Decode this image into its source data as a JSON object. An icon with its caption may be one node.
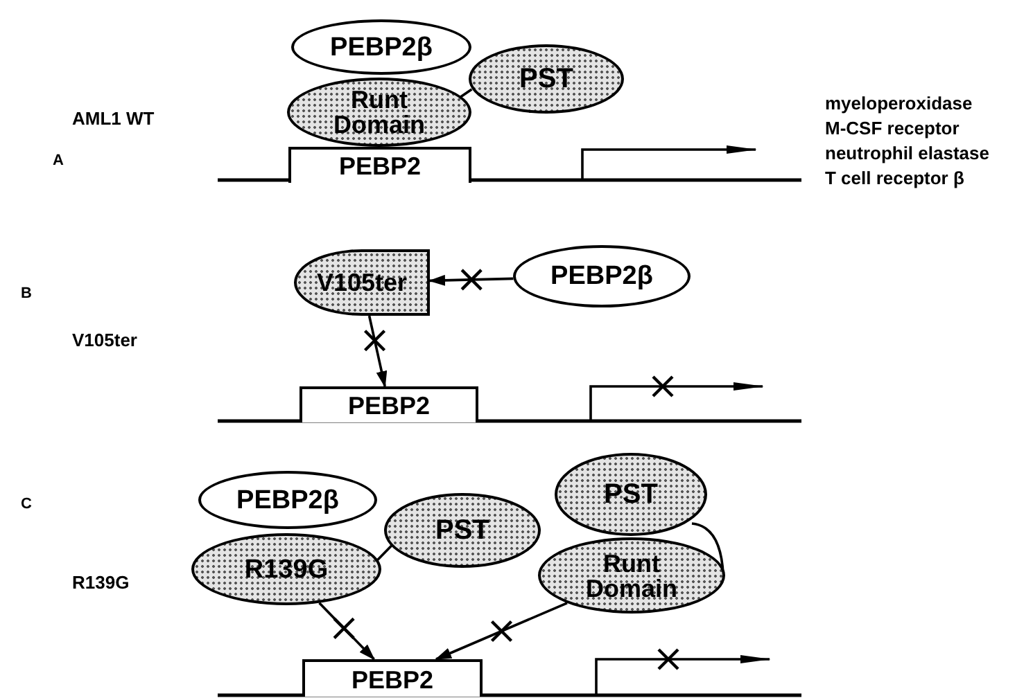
{
  "diagram": {
    "nodes": [
      {
        "text": [
          "PEBP2β"
        ]
      },
      {
        "text": [
          "PST"
        ]
      },
      {
        "text": [
          "Runt Domain"
        ]
      },
      {
        "text": [
          "PEBP2"
        ]
      },
      {
        "text": [
          "V105ter"
        ]
      },
      {
        "text": [
          "PEBP2β"
        ]
      },
      {
        "text": [
          "PEBP2"
        ]
      },
      {
        "text": [
          "PEBP2β"
        ]
      },
      {
        "text": [
          "PST"
        ]
      },
      {
        "text": [
          "R139G"
        ]
      },
      {
        "text": [
          "PST"
        ]
      },
      {
        "text": [
          "Runt Domain"
        ]
      },
      {
        "text": [
          "PEBP2"
        ]
      }
    ],
    "edges": [
      {
        "from": 2,
        "to": 1,
        "arrow": "none"
      },
      {
        "from": 5,
        "to": 4,
        "arrow": "to"
      },
      {
        "from": 4,
        "to": 6,
        "arrow": "to"
      },
      {
        "from": 9,
        "to": 8,
        "arrow": "none"
      },
      {
        "from": 9,
        "to": 12,
        "arrow": "to"
      },
      {
        "from": 11,
        "to": 12,
        "arrow": "to"
      },
      {
        "from": 10,
        "to": 11,
        "arrow": "none"
      }
    ],
    "labels": [
      "A",
      "AML1 WT",
      "myeloperoxidase",
      "M-CSF receptor",
      "neutrophil elastase",
      "T cell receptor β",
      "B",
      "V105ter",
      "C",
      "R139G"
    ]
  }
}
